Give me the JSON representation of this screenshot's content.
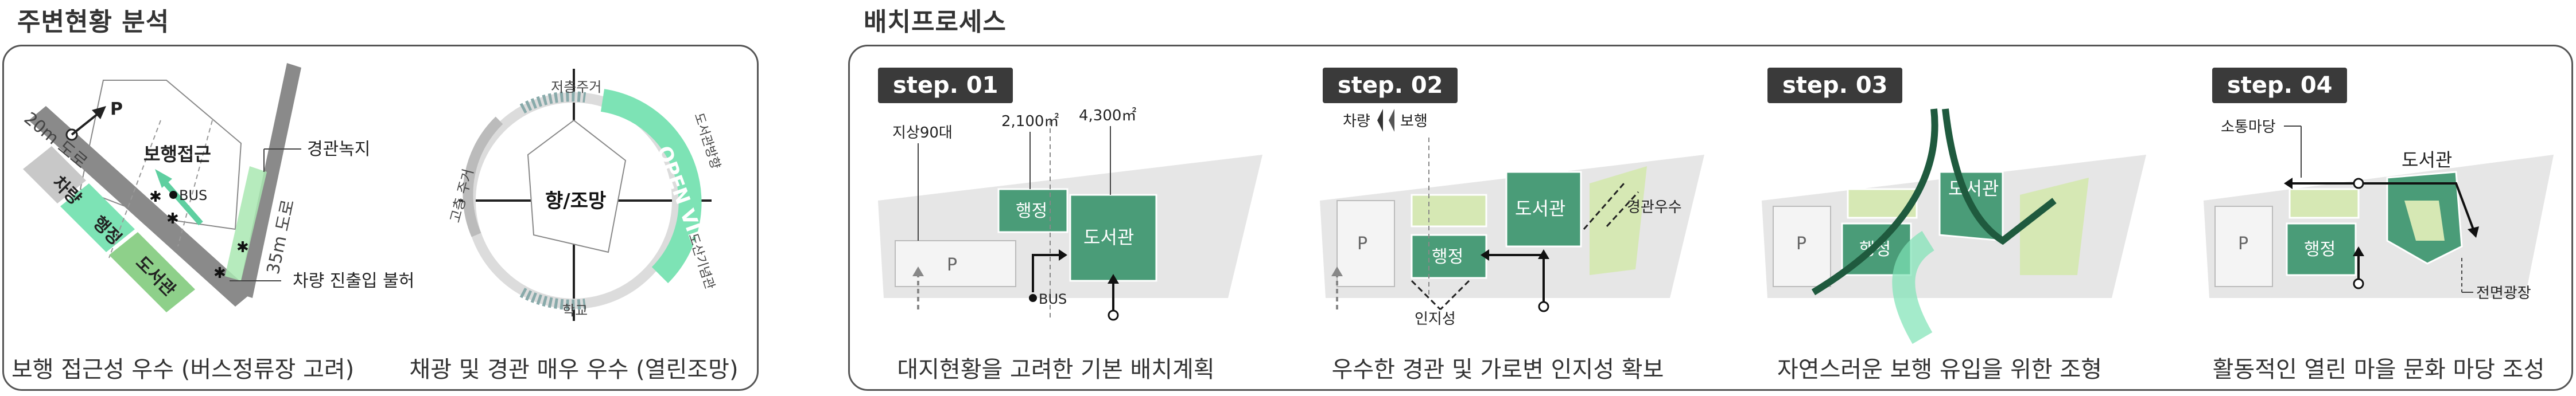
{
  "left": {
    "title": "주변현황 분석",
    "site_panel": {
      "road_20m": "20m 도로",
      "road_35m": "35m 도로",
      "north": "P",
      "strip_labels": [
        "차량",
        "행정",
        "도서관"
      ],
      "pedestrian_access": "보행접근",
      "bus": "BUS",
      "landscape_green": "경관녹지",
      "no_vehicle_entry": "차량 진출입 불허",
      "caption": "보행 접근성 우수 (버스정류장 고려)"
    },
    "sun_panel": {
      "center": "향/조망",
      "open_view": "OPEN VIEW",
      "top_label": "저층주거",
      "left_label": "고층 주거",
      "bottom_label": "학교",
      "right_labels": [
        "도서관방향",
        "도산기념관"
      ],
      "caption": "채광 및 경관 매우 우수 (열린조망)"
    }
  },
  "right": {
    "title": "배치프로세스",
    "steps": [
      {
        "badge": "step. 01",
        "caption": "대지현황을 고려한 기본 배치계획",
        "labels": {
          "parking_count": "지상90대",
          "area_admin": "2,100㎡",
          "area_library": "4,300㎡",
          "admin": "행정",
          "library": "도서관",
          "parking": "P",
          "bus": "BUS"
        }
      },
      {
        "badge": "step. 02",
        "caption": "우수한 경관 및 가로변 인지성 확보",
        "labels": {
          "vehicle": "차량",
          "pedestrian": "보행",
          "parking": "P",
          "admin": "행정",
          "library": "도서관",
          "view": "경관우수",
          "recognition": "인지성"
        }
      },
      {
        "badge": "step. 03",
        "caption": "자연스러운 보행 유입을 위한 조형",
        "labels": {
          "parking": "P",
          "admin": "행정",
          "library": "도서관"
        }
      },
      {
        "badge": "step. 04",
        "caption": "활동적인 열린 마을 문화 마당 조성",
        "labels": {
          "small_yard": "소통마당",
          "library": "도서관",
          "parking": "P",
          "admin": "행정",
          "front_plaza": "전면광장"
        }
      }
    ]
  },
  "colors": {
    "green_dark": "#4a9c78",
    "green_light": "#d6e8b4",
    "mint": "#7de3b5",
    "gray": "#e6e6e6",
    "road": "#8a8a8a"
  }
}
